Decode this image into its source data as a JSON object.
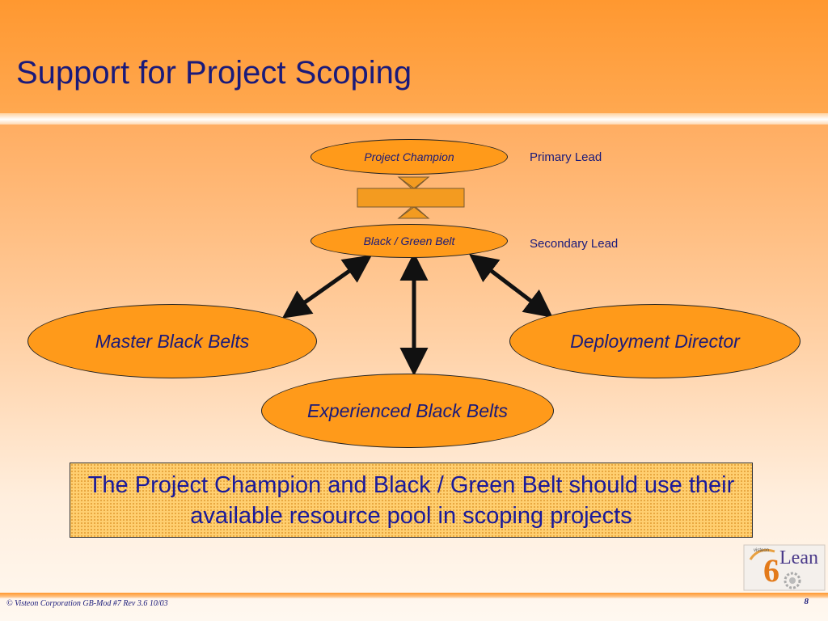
{
  "slide": {
    "title": "Support for Project Scoping"
  },
  "diagram": {
    "nodes": {
      "project_champion": "Project Champion",
      "black_green_belt": "Black / Green Belt",
      "master_black_belts": "Master Black Belts",
      "deployment_director": "Deployment Director",
      "experienced_black_belts": "Experienced Black Belts"
    },
    "leads": {
      "primary": "Primary Lead",
      "secondary": "Secondary Lead"
    },
    "colors": {
      "node_fill": "#ff9a1a",
      "text": "#1a1a7a"
    }
  },
  "callout": {
    "text": "The Project Champion and Black / Green Belt should use their available resource pool in scoping projects"
  },
  "footer": {
    "copyright": "© Visteon Corporation  GB-Mod #7 Rev 3.6  10/03",
    "page_number": "8"
  },
  "logo": {
    "small_text": "visteon",
    "six": "6",
    "lean": "Lean"
  }
}
